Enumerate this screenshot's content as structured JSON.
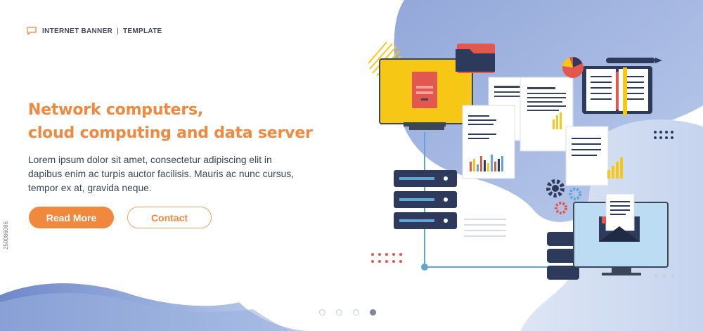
{
  "header": {
    "brand": "INTERNET BANNER",
    "separator": "|",
    "tag": "TEMPLATE",
    "icon": "chat-bubble-icon"
  },
  "hero": {
    "title_line1": "Network computers,",
    "title_line2": "cloud computing and data server",
    "body": "Lorem ipsum dolor sit amet, consectetur adipiscing elit in dapibus enim ac turpis auctor facilisis. Mauris ac nunc cursus, tempor ex at, gravida neque."
  },
  "buttons": {
    "read_more": "Read More",
    "contact": "Contact"
  },
  "pager": {
    "count": 4,
    "active_index": 3
  },
  "watermark": "250086086",
  "colors": {
    "accent": "#f0883e",
    "blob_blue": "#7b94cf",
    "blob_light": "#cdd9ef",
    "text_dark": "#3b4656",
    "monitor_yellow": "#f7c716",
    "folder_dark": "#2d3a5c",
    "server_dark": "#2d3a5c",
    "screen_light": "#bcdcf3"
  },
  "illustration": {
    "icons": [
      "monitor-icon",
      "folder-icon",
      "document-icon",
      "chart-icon",
      "notebook-icon",
      "pie-chart-icon",
      "pen-icon",
      "gear-icon",
      "server-icon",
      "database-icon",
      "email-icon"
    ]
  }
}
